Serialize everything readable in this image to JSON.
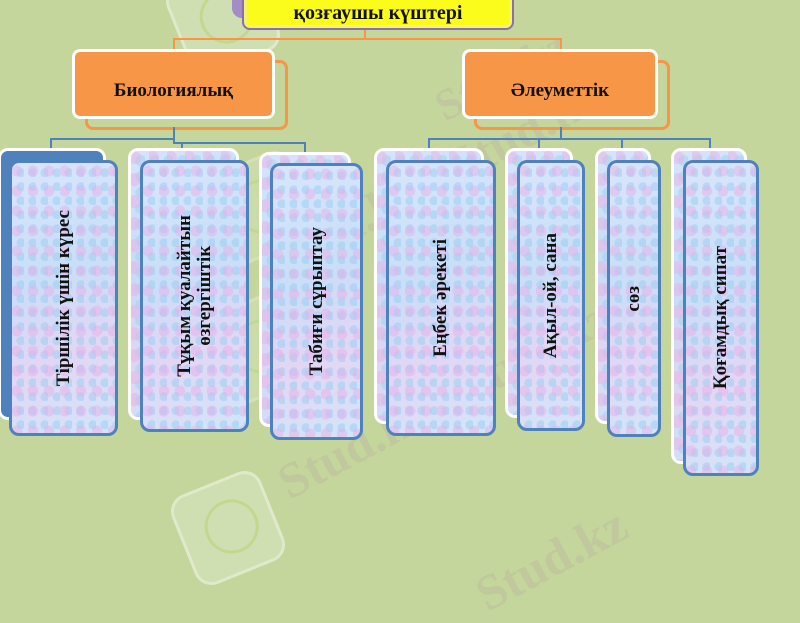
{
  "diagram": {
    "root": {
      "label": "қозғаушы күштері"
    },
    "categories": [
      {
        "label": "Биологиялық",
        "children": [
          {
            "label": "Тіршілік үшін күрес"
          },
          {
            "label_line1": "Тұқым қуалайтын",
            "label_line2": "өзгергіштік"
          },
          {
            "label": "Табиғи сұрыптау"
          }
        ]
      },
      {
        "label": "Әлеуметтік",
        "children": [
          {
            "label": "Еңбек әрекеті"
          },
          {
            "label": "Ақыл-ой, сана"
          },
          {
            "label": "сөз"
          },
          {
            "label": "Қоғамдық сипат"
          }
        ]
      }
    ]
  },
  "watermark": {
    "text": "Stud.kz",
    "text_dash": "Stud.kz - Stud.kz"
  },
  "colors": {
    "background": "#c4d69b",
    "root_fill": "#fbfb1c",
    "root_border": "#8a6fb0",
    "category_fill": "#f79646",
    "leaf_border": "#4f81bd",
    "connector_top": "#f79646",
    "connector_leaf": "#4f81bd"
  }
}
